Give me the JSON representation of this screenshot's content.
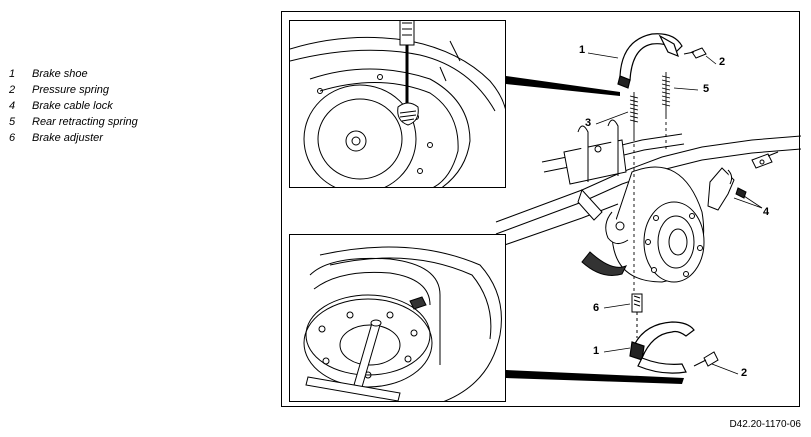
{
  "legend": [
    {
      "number": "1",
      "label": "Brake shoe"
    },
    {
      "number": "2",
      "label": "Pressure spring"
    },
    {
      "number": "4",
      "label": "Brake cable lock"
    },
    {
      "number": "5",
      "label": "Rear retracting spring"
    },
    {
      "number": "6",
      "label": "Brake adjuster"
    }
  ],
  "callouts": {
    "shoe_top": "1",
    "spring_top": "2",
    "spring_mid": "5",
    "retract_spring": "3",
    "cable_lock": "4",
    "adjuster": "6",
    "shoe_bottom": "1",
    "spring_bottom": "2"
  },
  "figure_reference": "D42.20-1170-06"
}
